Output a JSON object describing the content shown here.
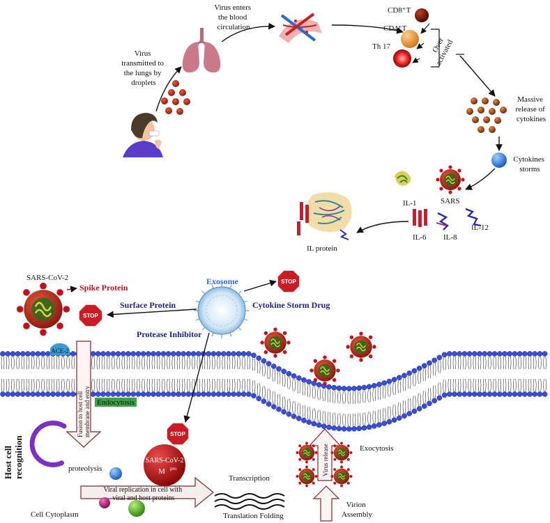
{
  "upper": {
    "transmit_label": [
      "Virus",
      "transmitted to",
      "the lungs by",
      "droplets"
    ],
    "blood_label": [
      "Virus enters",
      "the blood",
      "circulation"
    ],
    "cd8": "CD8⁺T",
    "cd4": "CD4⁺T",
    "th17": "Th 17",
    "over_activated": [
      "Over",
      "activated"
    ],
    "massive_label": [
      "Massive",
      "release of",
      "cytokines"
    ],
    "storms_label": [
      "Cytokines",
      "storms"
    ],
    "il1": "IL-1",
    "sars": "SARS",
    "il6": "IL-6",
    "il8": "IL-8",
    "il12": "IL-12",
    "il_protein": "IL protein"
  },
  "lower": {
    "sars_cov2": "SARS-CoV-2",
    "spike_protein": "Spike Protein",
    "exosome": "Exosome",
    "surface_protein": "Surface Protein",
    "cytokine_storm_drug": "Cytokine Storm Drug",
    "protease_inhibitor": "Protease Inhibitor",
    "stop": "STOP",
    "ace2": "ACE-2",
    "endocytosis": "Endocytosis",
    "fusion_label": [
      "Fusion to host cell",
      "membrane and entry"
    ],
    "host_cell_recognition": [
      "Host cell",
      "recognition"
    ],
    "proteolysis": "proteolysis",
    "mpro_title": "SARS-CoV-2",
    "mpro_sub": "M",
    "mpro_sup": "pro",
    "viral_replication": [
      "Viral replication in cell with",
      "viral and host proteins"
    ],
    "transcription": "Transcription",
    "translation_folding": "Translation Folding",
    "cell_cytoplasm": "Cell Cytoplasm",
    "virus_release": "Virus release",
    "exocytosis": "Exocytosis",
    "virion_assembly": [
      "Virion",
      "Assembly"
    ]
  },
  "colors": {
    "spike_red": "#c0121c",
    "navy": "#1a237e",
    "exosome_blue": "#2f6fd6",
    "membrane_blue": "#3a4fd0",
    "endocytosis_green": "#3aa14a",
    "stop_red": "#c81d25",
    "arrow_maroon": "#7a2a2a"
  }
}
